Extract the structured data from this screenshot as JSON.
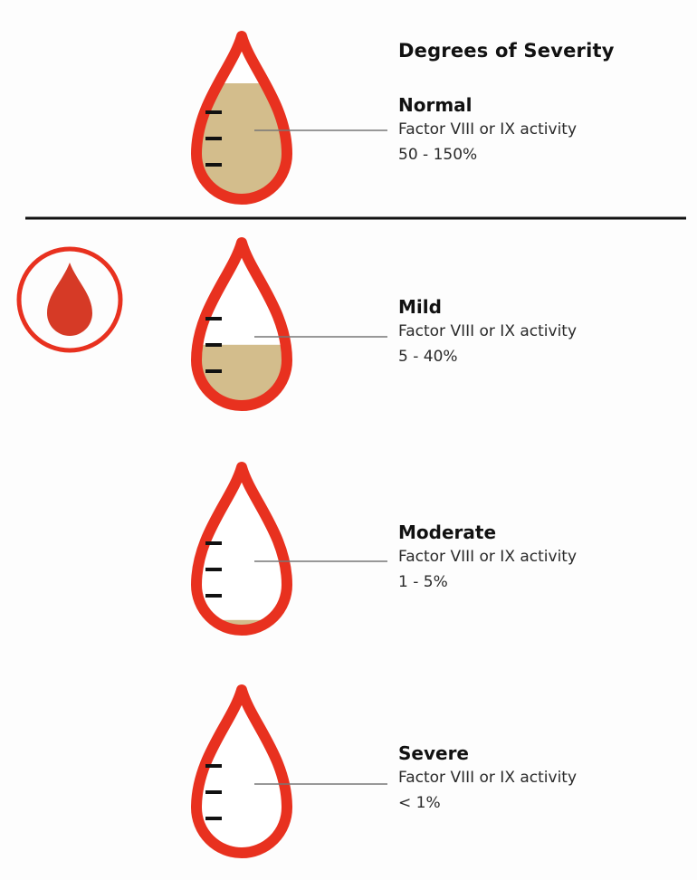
{
  "heading": "Degrees of Severity",
  "colors": {
    "drop_outline": "#e8311f",
    "fluid": "#d3bd8c",
    "icon_fill": "#d63a26",
    "divider": "#111111",
    "leader_line": "#777777",
    "tick": "#111111"
  },
  "icons": {
    "badge": "blood-drop-icon"
  },
  "levels": [
    {
      "name": "Normal",
      "description": "Factor VIII or IX activity",
      "range": "50 - 150%",
      "fill_fraction": 0.8
    },
    {
      "name": "Mild",
      "description": "Factor VIII or IX activity",
      "range": "5 - 40%",
      "fill_fraction": 0.42
    },
    {
      "name": "Moderate",
      "description": "Factor VIII or IX activity",
      "range": "1 - 5%",
      "fill_fraction": 0.07
    },
    {
      "name": "Severe",
      "description": "Factor VIII or IX activity",
      "range": "< 1%",
      "fill_fraction": 0.025
    }
  ]
}
